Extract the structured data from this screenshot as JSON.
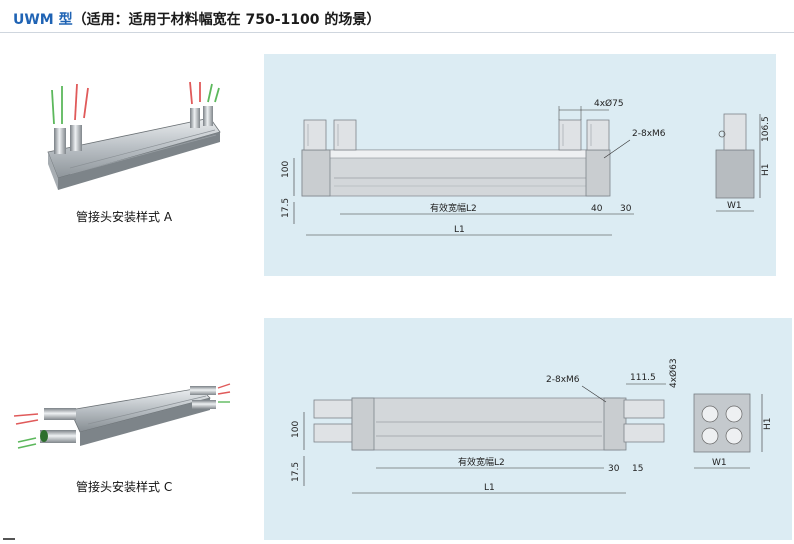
{
  "header": {
    "model": "UWM 型",
    "note": "（适用：适用于材料幅宽在 750-1100 的场景）"
  },
  "sections": [
    {
      "caption": "管接头安装样式 A",
      "dims": {
        "dia": "4xØ75",
        "screw": "2-8xM6",
        "h100": "100",
        "h17": "17.5",
        "l2": "有效宽幅L2",
        "d40": "40",
        "d30": "30",
        "l1": "L1",
        "h106": "106.5",
        "h1": "H1",
        "w1": "W1"
      }
    },
    {
      "caption": "管接头安装样式 C",
      "dims": {
        "screw": "2-8xM6",
        "d111": "111.5",
        "dia": "4xØ63",
        "h100": "100",
        "h17": "17.5",
        "l2": "有效宽幅L2",
        "d30": "30",
        "d15": "15",
        "l1": "L1",
        "h1": "H1",
        "w1": "W1"
      }
    }
  ],
  "colors": {
    "accent": "#1f63b4",
    "panel": "#dcecf3",
    "airIn": "#5cb85c",
    "airOut": "#e05a5a"
  },
  "icons": [
    "arrow-up-icon",
    "arrow-left-icon"
  ]
}
